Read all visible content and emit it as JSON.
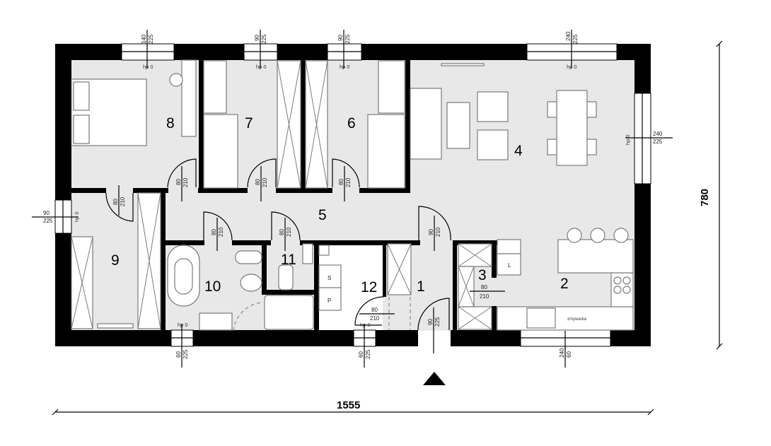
{
  "rooms": {
    "r1": "1",
    "r2": "2",
    "r3": "3",
    "r4": "4",
    "r5": "5",
    "r6": "6",
    "r7": "7",
    "r8": "8",
    "r9": "9",
    "r10": "10",
    "r11": "11",
    "r12": "12"
  },
  "windows": {
    "w8": {
      "width": "140",
      "height": "225"
    },
    "w7": {
      "width": "90",
      "height": "225"
    },
    "w6": {
      "width": "90",
      "height": "225"
    },
    "w4top": {
      "width": "240",
      "height": "225"
    },
    "w4right": {
      "width": "240",
      "height": "225"
    },
    "w9left": {
      "width": "90",
      "height": "225"
    },
    "w10": {
      "width": "60",
      "height": "225"
    },
    "w12": {
      "width": "60",
      "height": "225"
    },
    "w2": {
      "width": "240",
      "height": "60"
    }
  },
  "sill_label": "hp 0",
  "doors": {
    "d8": {
      "width": "80",
      "height": "210"
    },
    "d7": {
      "width": "80",
      "height": "210"
    },
    "d6": {
      "width": "80",
      "height": "210"
    },
    "d9": {
      "width": "80",
      "height": "210"
    },
    "d10": {
      "width": "80",
      "height": "210"
    },
    "d11": {
      "width": "80",
      "height": "210"
    },
    "d1": {
      "width": "90",
      "height": "210"
    },
    "entrance": {
      "width": "90",
      "height": "225"
    },
    "d12": {
      "width": "80",
      "height": "210"
    },
    "d3": {
      "width": "80",
      "height": "210"
    }
  },
  "fixtures": {
    "s": "S",
    "p": "P",
    "l": "L",
    "dishwasher": "zmywarka"
  },
  "overall": {
    "width": "1555",
    "depth": "780"
  }
}
